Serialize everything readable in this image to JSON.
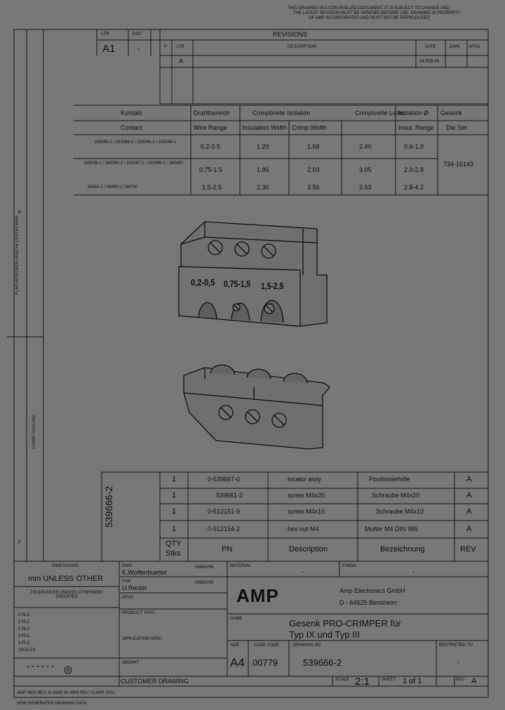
{
  "notice": [
    "THIS DRAWING IS A CONTROLLED DOCUMENT. IT IS SUBJECT TO CHANGE AND",
    "THE LATEST REVISION MUST BE VERIFIED BEFORE USE. DRAWING IS PROPERTY",
    "OF AMP INCORPORATED AND MUST NOT BE REPRODUCED"
  ],
  "revision": {
    "ltr_label": "LTR",
    "dist_label": "DIST",
    "ltr": "A1",
    "dist": "-",
    "title": "REVISIONS",
    "col_p": "P",
    "col_ltr": "LTR",
    "col_desc": "DESCRIPTION",
    "col_date": "DATE",
    "col_dwn": "DWN",
    "col_apvd": "APVD",
    "rows": [
      {
        "ltr": "A",
        "desc": "",
        "date": "04.FEB.99"
      }
    ]
  },
  "contact_table": {
    "headers_de": [
      "Kontakt",
      "Drahtbereich",
      "Crimpbreite Isolation",
      "Crimpbreite Leiter",
      "Isolation Ø",
      "Gesenk"
    ],
    "headers_en": [
      "Contact",
      "Wire Range",
      "Insulation Width",
      "Crimp Width",
      "Insul. Range",
      "Die Set"
    ],
    "rows": [
      {
        "contact": "163086-2 / 163088-2 / 163086-1 / 163346-1",
        "wire": "0.2-0.5",
        "insul_w": "1.20",
        "crimp_w": "1.68",
        "conductor_w": "2.40",
        "range": "0.6-1.0"
      },
      {
        "contact": "163036-1 / 163090-2 / 163087-2 / 163096-2 / 163050",
        "wire": "0.75-1.5",
        "insul_w": "1.85",
        "crimp_w": "2.03",
        "conductor_w": "3.05",
        "range": "2.0-2.8"
      },
      {
        "contact": "66261-2 / 66350-1 / 66740",
        "wire": "1.5-2.5",
        "insul_w": "2.30",
        "crimp_w": "3.56",
        "conductor_w": "3.63",
        "range": "2.8-4.2"
      }
    ],
    "die_set": "734-16143"
  },
  "die_labels": [
    "0,2-0,5",
    "0,75-1,5",
    "1,5-2,5"
  ],
  "side_text": [
    "FLACHSTECKER-ANSCHLUSSTECHNIK",
    "CRIMP-TOOLING"
  ],
  "side_letters": [
    "B",
    "8"
  ],
  "bom": {
    "assembly": "539666-2",
    "rows": [
      {
        "qty": "1",
        "part": "0-539667-0",
        "en": "locator assy",
        "de": "Positionierhilfe",
        "rev": "A"
      },
      {
        "qty": "1",
        "part": "539661-2",
        "en": "screw M4x20",
        "de": "Schraube M4x20",
        "rev": "A"
      },
      {
        "qty": "1",
        "part": "0-512151-9",
        "en": "screw M4x10",
        "de": "Schraube M4x10",
        "rev": "A"
      },
      {
        "qty": "1",
        "part": "0-512154-2",
        "en": "hex nut M4",
        "de": "Mutter M4 DIN 985",
        "rev": "A"
      }
    ],
    "footer": {
      "qty": "QTY",
      "stks": "Stks",
      "pn": "PN",
      "description": "Description",
      "bezeichnung": "Bezeichnung",
      "rev": "REV"
    }
  },
  "title_block": {
    "dims_label": "DIMENSIONS",
    "dims_value": "mm UNLESS OTHER",
    "tol_label": "TOLERANCES UNLESS OTHERWISE SPECIFIED",
    "tol_lines": [
      "0 PLC",
      "1 PLC",
      "2 PLC",
      "3 PLC",
      "4 PLC",
      "ANGLES"
    ],
    "dwn_label": "DWN",
    "dwn_name": "K.Wolfenbuettel",
    "dwn_date": "06NOV99",
    "chk_label": "CHK",
    "chk_name": "U.Reuter",
    "chk_date": "06NOV99",
    "appvd_label": "APVD",
    "material_label": "MATERIAL",
    "material_value": "-",
    "finish_label": "FINISH",
    "finish_value": "-",
    "product_spec": "PRODUCT SPEC",
    "application_spec": "APPLICATION SPEC",
    "weight": "WEIGHT",
    "customer_drawing": "CUSTOMER DRAWING",
    "logo": "AMP",
    "company_lines": [
      "Amp Electronics GmbH",
      "D - 64625 Bensheim"
    ],
    "name_label": "NAME",
    "name_lines": [
      "Gesenk PRO-CRIMPER für",
      "Typ IX und Typ III"
    ],
    "size_label": "SIZE",
    "size_value": "A4",
    "cage_label": "CAGE CODE",
    "cage_value": "00779",
    "dwg_label": "DRAWING NO",
    "dwg_value": "539666-2",
    "restricted_label": "RESTRICTED TO",
    "restricted_value": "-",
    "scale_label": "SCALE",
    "scale_value": "2:1",
    "sheet_label": "SHEET",
    "sheet_value": "1 of 1",
    "rev_label": "REV",
    "rev_value": "A"
  },
  "bottom_note": "AMP 3502 REV 31 MAR 92   4805 REV 13 APR 2001",
  "bottom_note2": "NEW GENERATED DRAWING DATA"
}
